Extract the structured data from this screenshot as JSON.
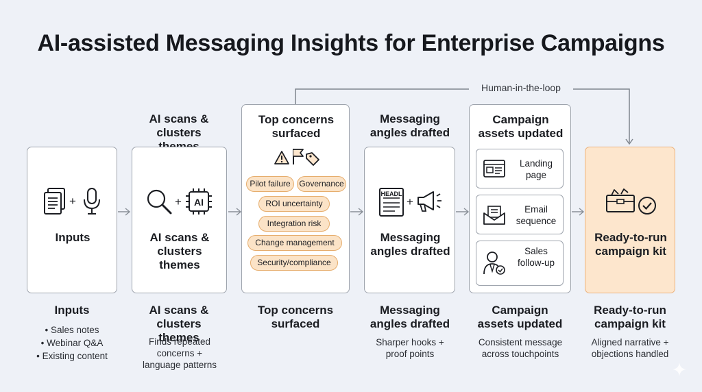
{
  "title": "AI-assisted Messaging Insights for Enterprise Campaigns",
  "feedback_label": "Human-in-the-loop",
  "steps": [
    {
      "card_label": "Inputs",
      "header": "",
      "caption": "Inputs",
      "bullets": [
        "• Sales notes",
        "• Webinar Q&A",
        "• Existing content"
      ]
    },
    {
      "card_label": "AI scans & clusters themes",
      "header": "AI scans & clusters themes",
      "caption": "AI scans & clusters themes",
      "desc": "Finds repeated concerns + language patterns"
    },
    {
      "header": "Top concerns surfaced",
      "caption": "Top concerns surfaced",
      "concerns": [
        "Pilot failure",
        "Governance",
        "ROI uncertainty",
        "Integration risk",
        "Change management",
        "Security/compliance"
      ]
    },
    {
      "card_label": "Messaging angles drafted",
      "header": "Messaging angles drafted",
      "caption": "Messaging angles drafted",
      "desc": "Sharper hooks + proof points",
      "icon_text": "HEADL"
    },
    {
      "header": "Campaign assets updated",
      "caption": "Campaign assets updated",
      "desc": "Consistent message across touchpoints",
      "assets": [
        "Landing page",
        "Email sequence",
        "Sales follow-up"
      ]
    },
    {
      "card_label": "Ready-to-run campaign kit",
      "caption": "Ready-to-run campaign kit",
      "desc": "Aligned narrative + objections handled"
    }
  ],
  "ai_chip_text": "AI",
  "icons": [
    "documents-icon",
    "microphone-icon",
    "magnifier-icon",
    "ai-chip-icon",
    "warning-icon",
    "flag-icon",
    "tag-icon",
    "headline-doc-icon",
    "megaphone-icon",
    "browser-icon",
    "envelope-icon",
    "salesperson-icon",
    "toolbox-icon",
    "check-circle-icon"
  ],
  "colors": {
    "accent_fill": "#fde6cd",
    "accent_border": "#eab27e",
    "pill_fill": "#fbe3c7",
    "pill_border": "#e6ad6d",
    "background": "#eef1f7"
  }
}
